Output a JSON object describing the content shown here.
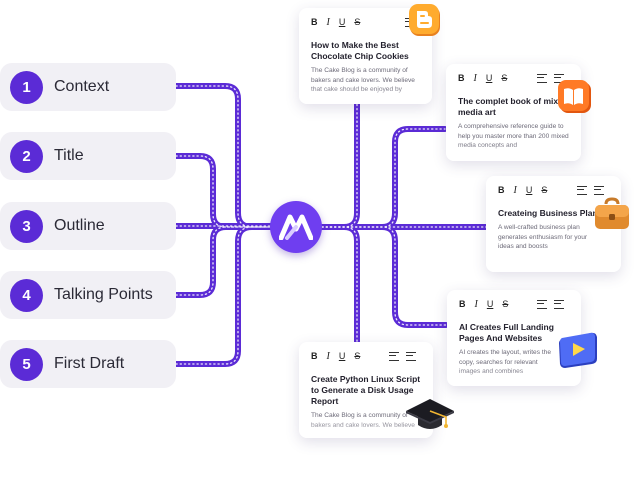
{
  "steps": [
    {
      "num": "1",
      "label": "Context"
    },
    {
      "num": "2",
      "label": "Title"
    },
    {
      "num": "3",
      "label": "Outline"
    },
    {
      "num": "4",
      "label": "Talking Points"
    },
    {
      "num": "5",
      "label": "First Draft"
    }
  ],
  "toolbar": {
    "bold": "B",
    "italic": "I",
    "underline": "U",
    "strike": "S"
  },
  "cards": [
    {
      "title": "How to Make the Best Chocolate Chip Cookies",
      "desc": "The Cake Blog is a community of bakers and cake lovers. We believe that cake should be enjoyed by"
    },
    {
      "title": "The complet book of mixed media art",
      "desc": "A comprehensive reference guide to help you master more than 200 mixed media concepts and"
    },
    {
      "title": "Createing Business Plans",
      "desc": "A well-crafted business plan generates enthusiasm for your ideas and boosts"
    },
    {
      "title": "AI Creates Full Landing Pages And Websites",
      "desc": "AI creates the layout, writes the copy, searches for relevant images and combines"
    },
    {
      "title": "Create Python Linux Script to Generate a Disk Usage Report",
      "desc": "The Cake Blog is a community of bakers and cake lovers. We believe"
    }
  ],
  "icons": [
    "blogger-icon",
    "book-icon",
    "briefcase-icon",
    "play-icon",
    "graduation-cap-icon"
  ],
  "colors": {
    "accent": "#5b2bd6",
    "line": "#5b2bd6",
    "pill_bg": "#f1f0f5",
    "hub": "#6f3ef0"
  }
}
